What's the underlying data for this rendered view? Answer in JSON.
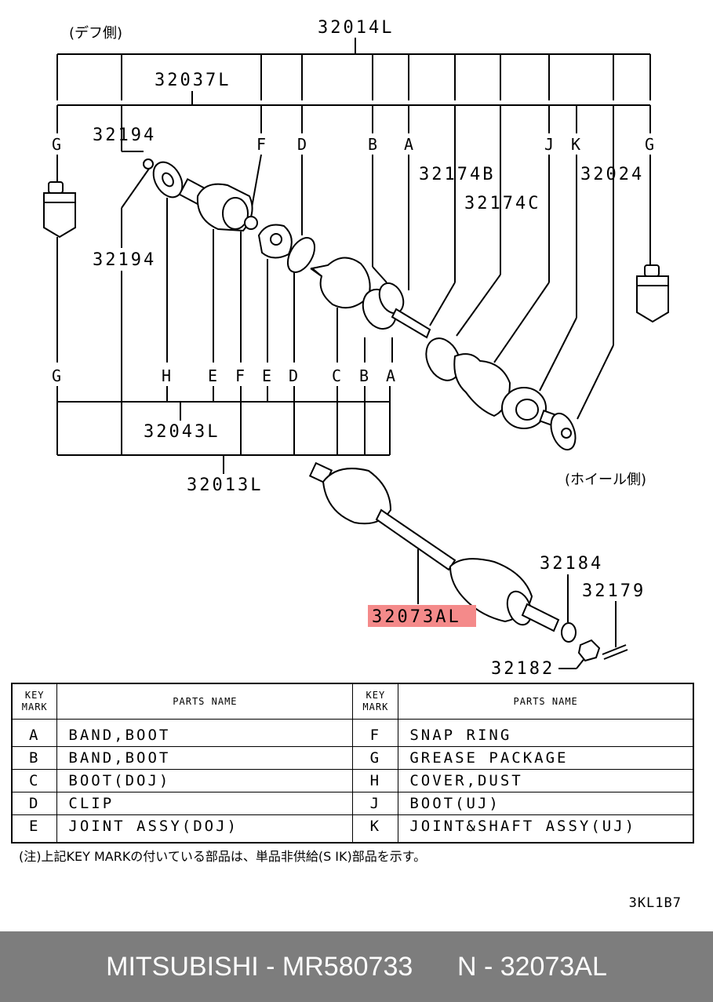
{
  "diagram": {
    "side_diff": "(デフ側)",
    "side_wheel": "(ホイール側)",
    "part_numbers": {
      "p32014L": "32014L",
      "p32037L": "32037L",
      "p32194_top": "32194",
      "p32194_bottom": "32194",
      "p32174B": "32174B",
      "p32174C": "32174C",
      "p32024": "32024",
      "p32043L": "32043L",
      "p32013L": "32013L",
      "p32184": "32184",
      "p32179": "32179",
      "p32182": "32182",
      "p32073AL": "32073AL"
    },
    "top_marks": [
      "G",
      "F",
      "D",
      "B",
      "A",
      "J",
      "K",
      "G"
    ],
    "bottom_marks": [
      "G",
      "H",
      "E",
      "F",
      "E",
      "D",
      "C",
      "B",
      "A"
    ],
    "highlight_color": "#f48a8a"
  },
  "legend": {
    "headers": {
      "key_mark_line1": "KEY",
      "key_mark_line2": "MARK",
      "parts_name": "PARTS NAME"
    },
    "rows": [
      {
        "k1": "A",
        "n1": "BAND,BOOT",
        "k2": "F",
        "n2": "SNAP RING"
      },
      {
        "k1": "B",
        "n1": "BAND,BOOT",
        "k2": "G",
        "n2": "GREASE PACKAGE"
      },
      {
        "k1": "C",
        "n1": "BOOT(DOJ)",
        "k2": "H",
        "n2": "COVER,DUST"
      },
      {
        "k1": "D",
        "n1": "CLIP",
        "k2": "J",
        "n2": "BOOT(UJ)"
      },
      {
        "k1": "E",
        "n1": "JOINT ASSY(DOJ)",
        "k2": "K",
        "n2": "JOINT&SHAFT ASSY(UJ)"
      }
    ]
  },
  "note": "(注)上記KEY MARKの付いている部品は、単品非供給(S IK)部品を示す。",
  "figure_code": "3KL1B7",
  "footer": {
    "brand": "MITSUBISHI - MR580733",
    "ref": "N - 32073AL"
  }
}
